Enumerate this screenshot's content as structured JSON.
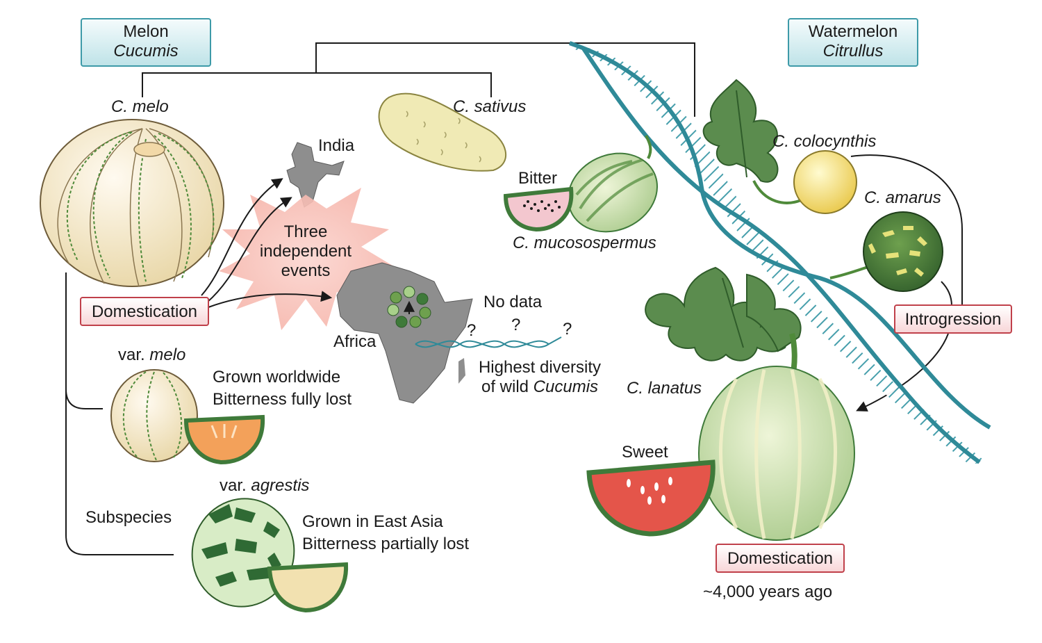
{
  "melon_header": {
    "line1": "Melon",
    "line2": "Cucumis"
  },
  "watermelon_header": {
    "line1": "Watermelon",
    "line2": "Citrullus"
  },
  "species": {
    "c_melo": "C. melo",
    "c_sativus": "C. sativus",
    "c_colocynthis": "C. colocynthis",
    "c_amarus": "C. amarus",
    "c_mucosospermus": "C. mucosospermus",
    "c_lanatus": "C. lanatus"
  },
  "places": {
    "india": "India",
    "africa": "Africa"
  },
  "events": {
    "line1": "Three",
    "line2": "independent",
    "line3": "events"
  },
  "domestication_melon": "Domestication",
  "domestication_watermelon": "Domestication",
  "watermelon_age": "~4,000 years ago",
  "introgression": "Introgression",
  "bitter": "Bitter",
  "sweet": "Sweet",
  "no_data": "No data",
  "question_marks": [
    "?",
    "?",
    "?"
  ],
  "diversity": {
    "line1": "Highest diversity",
    "line2_prefix": "of wild ",
    "line2_italic": "Cucumis"
  },
  "var_melo": {
    "prefix": "var. ",
    "name": "melo",
    "desc1": "Grown worldwide",
    "desc2": "Bitterness fully lost"
  },
  "var_agrestis": {
    "prefix": "var. ",
    "name": "agrestis",
    "desc1": "Grown in East Asia",
    "desc2": "Bitterness partially lost"
  },
  "subspecies": "Subspecies",
  "colors": {
    "teal": "#3d9aa8",
    "red_border": "#c0404a",
    "melon_cream": "#f3e8c4",
    "leaf": "#5b8c4e",
    "rind_green": "#3f7a3a",
    "flesh_red": "#e4554a",
    "flesh_orange": "#f3a15a"
  }
}
